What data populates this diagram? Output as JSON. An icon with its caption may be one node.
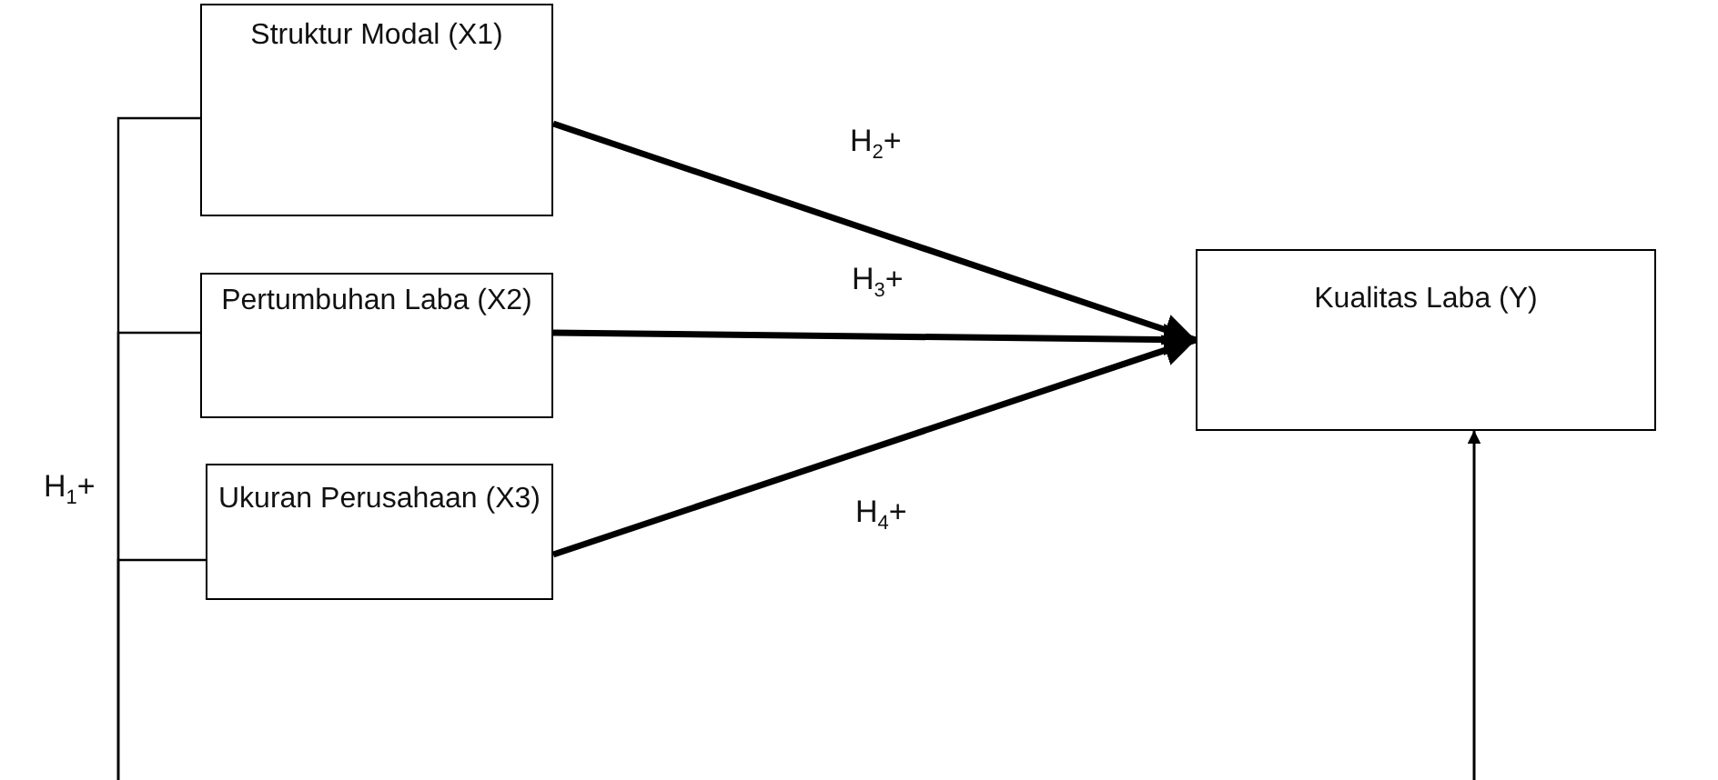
{
  "diagram": {
    "nodes": [
      {
        "text": [
          "Struktur Modal (X1)"
        ]
      },
      {
        "text": [
          "Pertumbuhan Laba (X2)"
        ]
      },
      {
        "text": [
          "Ukuran Perusahaan (X3)"
        ]
      },
      {
        "text": [
          "Kualitas Laba (Y)"
        ]
      }
    ],
    "edges": [
      {
        "from": 0,
        "to": 3,
        "arrow": "to",
        "label": "H$_{2}$+",
        "style": "thick"
      },
      {
        "from": 1,
        "to": 3,
        "arrow": "to",
        "label": "H$_{3}$+",
        "style": "thick"
      },
      {
        "from": 2,
        "to": 3,
        "arrow": "to",
        "label": "H$_{4}$+",
        "style": "thick"
      },
      {
        "from": 0,
        "to": 3,
        "arrow": "to",
        "label": "H$_{1}$+"
      },
      {
        "from": 1,
        "to": 3,
        "arrow": "to"
      },
      {
        "from": 2,
        "to": 3,
        "arrow": "to"
      }
    ]
  }
}
